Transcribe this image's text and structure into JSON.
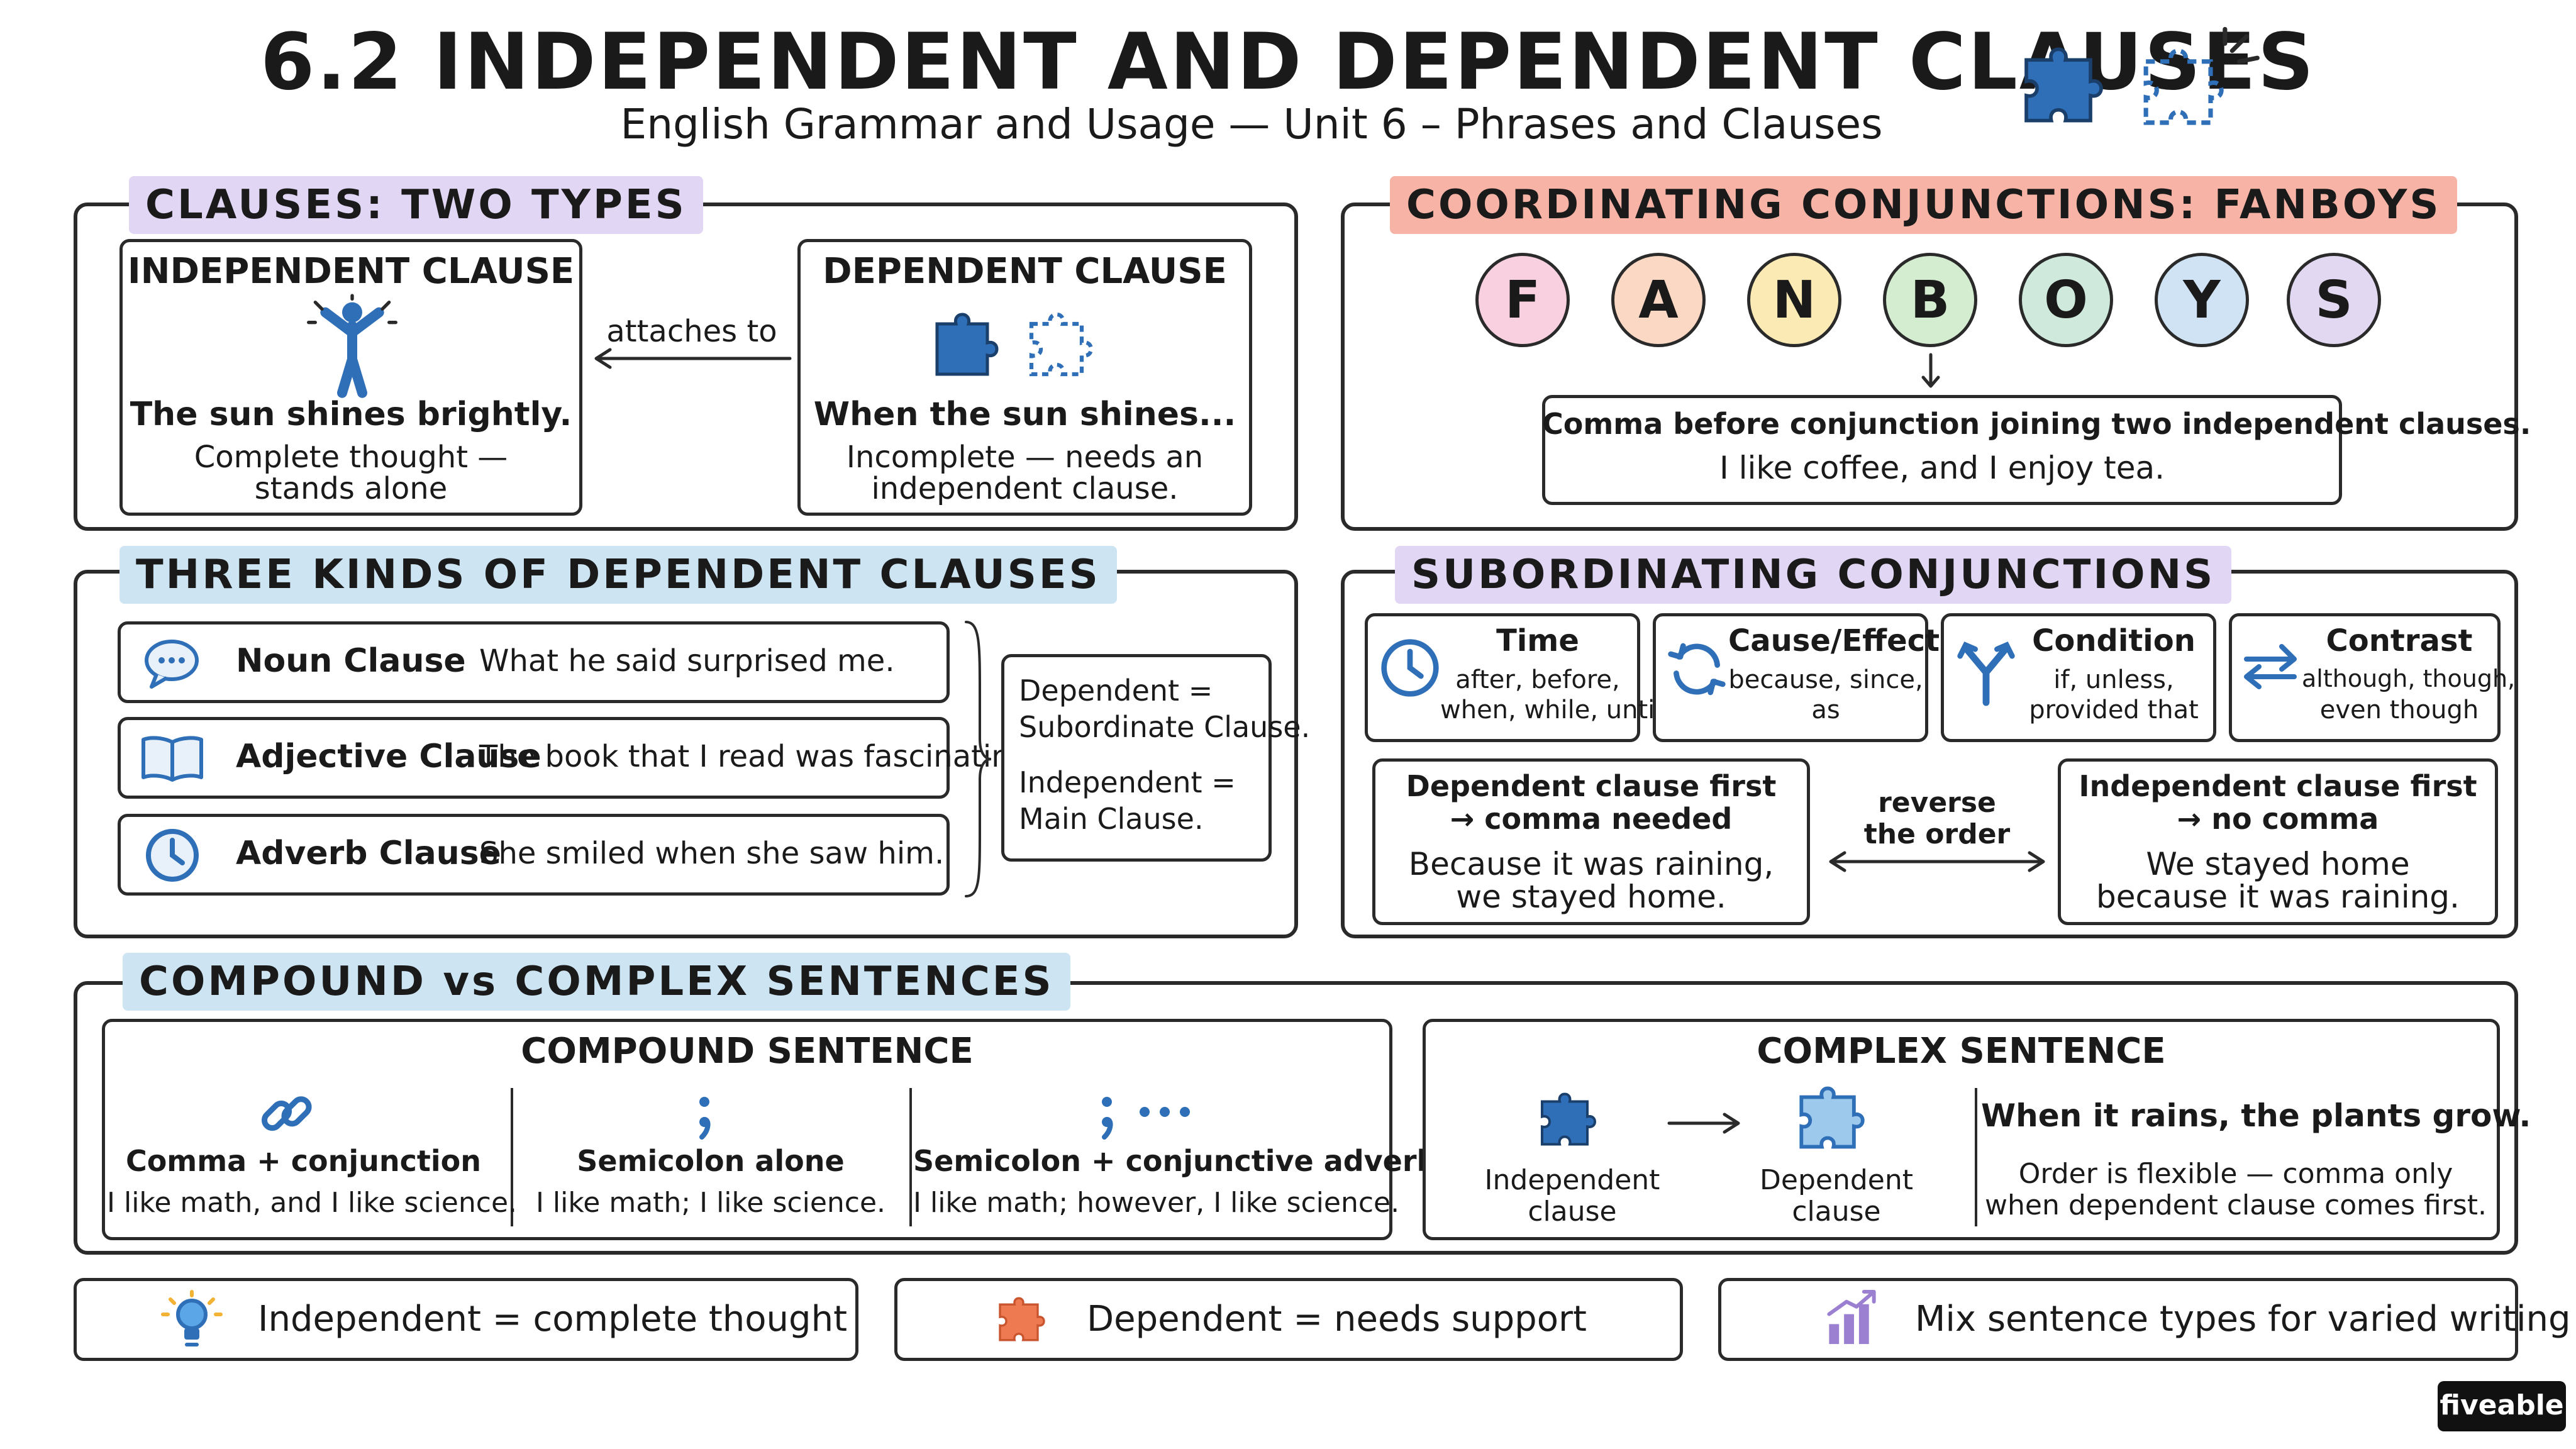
{
  "header": {
    "title": "6.2 INDEPENDENT AND DEPENDENT CLAUSES",
    "subtitle": "English Grammar and Usage — Unit 6 – Phrases and Clauses"
  },
  "clauses_two_types": {
    "heading": "CLAUSES: TWO TYPES",
    "independent": {
      "title": "INDEPENDENT CLAUSE",
      "example": "The sun shines brightly.",
      "desc_line1": "Complete thought —",
      "desc_line2": "stands alone"
    },
    "connector": "attaches to",
    "dependent": {
      "title": "DEPENDENT CLAUSE",
      "example": "When the sun shines...",
      "desc_line1": "Incomplete — needs an",
      "desc_line2": "independent clause."
    }
  },
  "fanboys": {
    "heading": "COORDINATING CONJUNCTIONS: FANBOYS",
    "letters": [
      "F",
      "A",
      "N",
      "B",
      "O",
      "Y",
      "S"
    ],
    "colors": [
      "#f9d0e0",
      "#fbd8c4",
      "#fbeab3",
      "#d4ecd0",
      "#cfeadd",
      "#cfe3f4",
      "#e3d8f2"
    ],
    "rule": "Comma before conjunction joining two independent clauses.",
    "example": "I like coffee, and I enjoy tea."
  },
  "three_kinds": {
    "heading": "THREE KINDS OF DEPENDENT CLAUSES",
    "items": [
      {
        "name": "Noun Clause",
        "example": "What he said surprised me.",
        "icon": "speech-bubble-icon"
      },
      {
        "name": "Adjective Clause",
        "example": "The book that I read was fascinating.",
        "icon": "book-icon"
      },
      {
        "name": "Adverb Clause",
        "example": "She smiled when she saw him.",
        "icon": "clock-icon"
      }
    ],
    "note": {
      "line1": "Dependent =",
      "line2": "Subordinate Clause.",
      "line3": "Independent =",
      "line4": "Main Clause."
    }
  },
  "subordinating": {
    "heading": "SUBORDINATING CONJUNCTIONS",
    "categories": [
      {
        "title": "Time",
        "line1": "after, before,",
        "line2": "when, while, until",
        "icon": "clock-icon"
      },
      {
        "title": "Cause/Effect",
        "line1": "because, since,",
        "line2": "as",
        "icon": "cycle-arrows-icon"
      },
      {
        "title": "Condition",
        "line1": "if, unless,",
        "line2": "provided that",
        "icon": "fork-icon"
      },
      {
        "title": "Contrast",
        "line1": "although, though,",
        "line2": "even though",
        "icon": "swap-arrows-icon"
      }
    ],
    "dep_first": {
      "title1": "Dependent clause first",
      "title2": "→ comma needed",
      "ex1": "Because it was raining,",
      "ex2": "we stayed home."
    },
    "reverse1": "reverse",
    "reverse2": "the order",
    "ind_first": {
      "title1": "Independent clause first",
      "title2": "→ no comma",
      "ex1": "We stayed home",
      "ex2": "because it was raining."
    }
  },
  "compound_complex": {
    "heading": "COMPOUND vs COMPLEX SENTENCES",
    "compound": {
      "title": "COMPOUND SENTENCE",
      "items": [
        {
          "label": "Comma + conjunction",
          "example": "I like math, and I like science."
        },
        {
          "label": "Semicolon alone",
          "example": "I like math; I like science."
        },
        {
          "label": "Semicolon + conjunctive adverb",
          "example": "I like math; however, I like science."
        }
      ]
    },
    "complex": {
      "title": "COMPLEX SENTENCE",
      "ind1": "Independent",
      "ind2": "clause",
      "dep1": "Dependent",
      "dep2": "clause",
      "example": "When it rains, the plants grow.",
      "note1": "Order is flexible — comma only",
      "note2": "when dependent clause comes first."
    }
  },
  "footer": {
    "items": [
      {
        "text": "Independent = complete thought",
        "icon": "lightbulb-icon"
      },
      {
        "text": "Dependent = needs support",
        "icon": "puzzle-piece-icon"
      },
      {
        "text": "Mix sentence types for varied writing",
        "icon": "bar-chart-icon"
      }
    ],
    "brand": "fiveable"
  },
  "colors": {
    "blue": "#2f6fb8",
    "purple_hl": "#e2d6f5",
    "salmon_hl": "#f6b3a6",
    "blue_hl": "#cde4f3",
    "orange": "#ee7a52",
    "violet": "#9b7fd0"
  }
}
